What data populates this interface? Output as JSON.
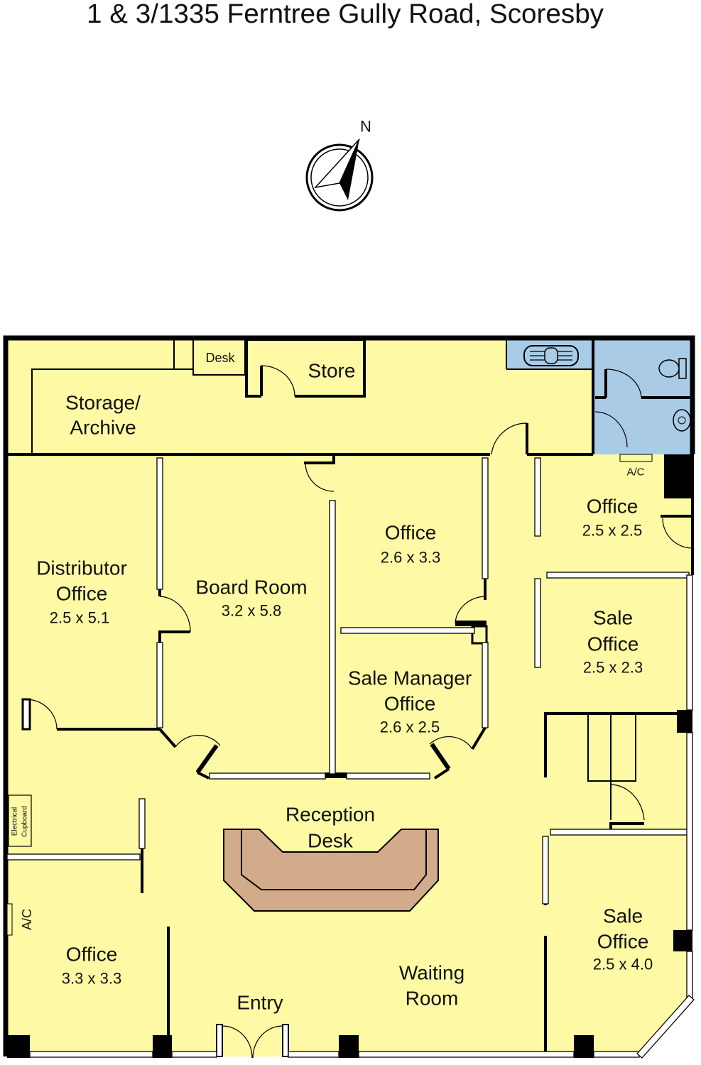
{
  "title": "1 & 3/1335 Ferntree Gully Road, Scoresby",
  "compass": {
    "label": "N"
  },
  "colors": {
    "floor": "#FDF9A4",
    "wet_area": "#A9CBE6",
    "desk": "#D2AB8A",
    "wall": "#000000"
  },
  "rooms": {
    "storage": {
      "line1": "Storage/",
      "line2": "Archive"
    },
    "desk": {
      "name": "Desk"
    },
    "store": {
      "name": "Store"
    },
    "office_a": {
      "name": "Office",
      "dims": "2.6 x 3.3"
    },
    "office_b": {
      "name": "Office",
      "dims": "2.5 x 2.5"
    },
    "distributor": {
      "line1": "Distributor",
      "line2": "Office",
      "dims": "2.5 x 5.1"
    },
    "board_room": {
      "name": "Board Room",
      "dims": "3.2 x 5.8"
    },
    "sale_office_a": {
      "line1": "Sale",
      "line2": "Office",
      "dims": "2.5 x 2.3"
    },
    "sale_manager": {
      "line1": "Sale Manager",
      "line2": "Office",
      "dims": "2.6 x 2.5"
    },
    "reception": {
      "line1": "Reception",
      "line2": "Desk"
    },
    "electrical": {
      "line1": "Electrical",
      "line2": "Cupboard"
    },
    "ac_left": {
      "name": "A/C"
    },
    "ac_top": {
      "name": "A/C"
    },
    "office_c": {
      "name": "Office",
      "dims": "3.3 x 3.3"
    },
    "entry": {
      "name": "Entry"
    },
    "waiting": {
      "line1": "Waiting",
      "line2": "Room"
    },
    "sale_office_b": {
      "line1": "Sale",
      "line2": "Office",
      "dims": "2.5 x 4.0"
    }
  }
}
